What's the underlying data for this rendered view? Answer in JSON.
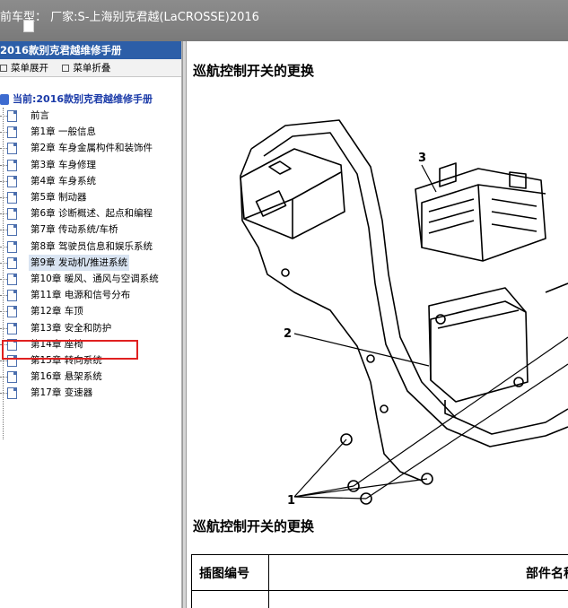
{
  "window": {
    "title": "前车型：  厂家:S-上海别克君越(LaCROSSE)2016"
  },
  "left_panel": {
    "header": "2016款别克君越维修手册",
    "toolbar": {
      "expand_label": "菜单展开",
      "collapse_label": "菜单折叠"
    },
    "tree_root": "当前:2016款别克君越维修手册",
    "items": [
      {
        "label": "前言"
      },
      {
        "label": "第1章 一般信息"
      },
      {
        "label": "第2章 车身金属构件和装饰件"
      },
      {
        "label": "第3章 车身修理"
      },
      {
        "label": "第4章 车身系统"
      },
      {
        "label": "第5章 制动器"
      },
      {
        "label": "第6章 诊断概述、起点和编程"
      },
      {
        "label": "第7章 传动系统/车桥"
      },
      {
        "label": "第8章 驾驶员信息和娱乐系统"
      },
      {
        "label": "第9章 发动机/推进系统"
      },
      {
        "label": "第10章 暖风、通风与空调系统"
      },
      {
        "label": "第11章 电源和信号分布"
      },
      {
        "label": "第12章 车顶"
      },
      {
        "label": "第13章 安全和防护"
      },
      {
        "label": "第14章 座椅"
      },
      {
        "label": "第15章 转向系统"
      },
      {
        "label": "第16章 悬架系统"
      },
      {
        "label": "第17章 变速器"
      }
    ],
    "selected_index": 9
  },
  "content": {
    "heading_top": "巡航控制开关的更换",
    "heading_bottom": "巡航控制开关的更换",
    "diagram_callouts": {
      "c1": "1",
      "c2": "2",
      "c3": "3"
    },
    "table_headers": {
      "col1": "插图编号",
      "col2": "部件名称"
    }
  },
  "colors": {
    "titlebar": "#808080",
    "panel_header": "#2c5ea8",
    "highlight": "#e02020"
  }
}
